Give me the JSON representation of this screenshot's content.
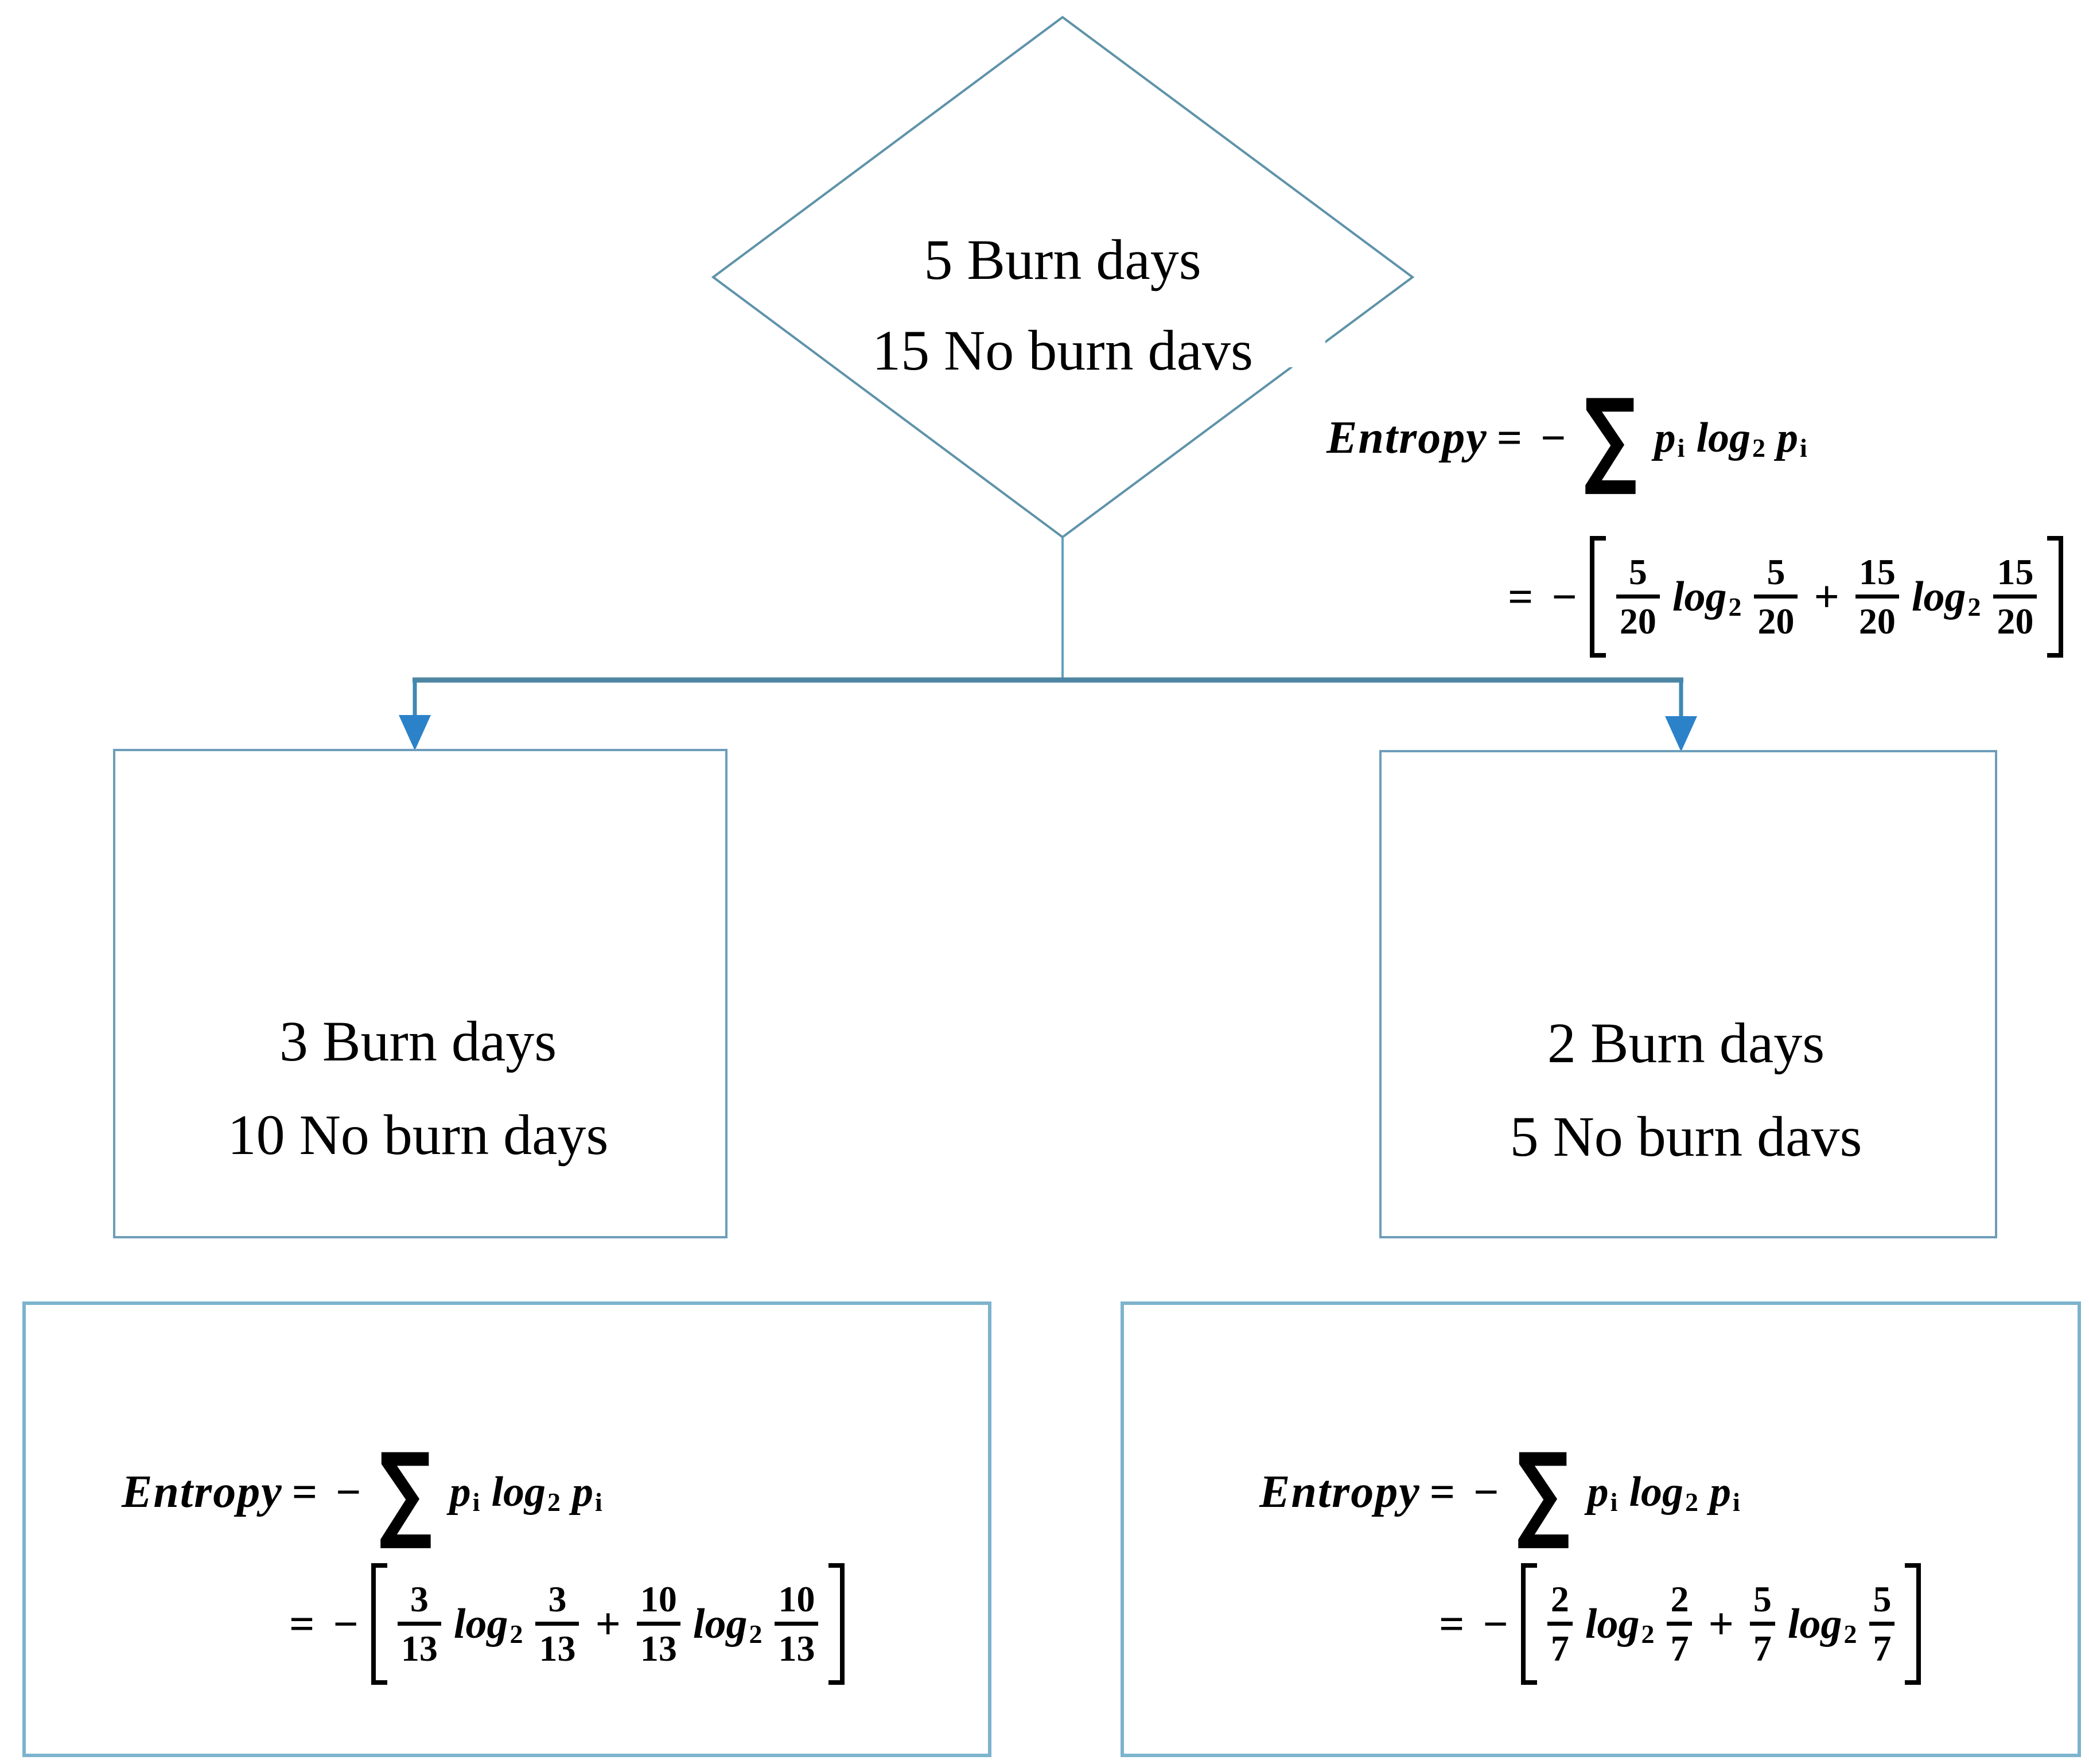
{
  "colors": {
    "background": "#ffffff",
    "diamond_border": "#5e93a9",
    "mid_box_border": "#6d9dba",
    "calc_box_border": "#7cb3cd",
    "connector_vertical": "#62a0bc",
    "connector_horizontal": "#4d86a3",
    "connector_stub": "#3e89b4",
    "arrowhead": "#2c82c9",
    "text": "#000000"
  },
  "nodes": {
    "root": {
      "line1": "5 Burn days",
      "line2": "15 No burn davs"
    },
    "left": {
      "line1": "3 Burn days",
      "line2": "10 No burn days"
    },
    "right": {
      "line1": "2 Burn days",
      "line2": "5 No burn davs"
    }
  },
  "formula": {
    "lhs": "Entropy",
    "equals": "=",
    "minus": "−",
    "sum": "∑",
    "p": "p",
    "sub_i": "i",
    "log": "log",
    "log_base": "2",
    "plus": "+"
  },
  "calcs": {
    "root": {
      "f1n": "5",
      "f1d": "20",
      "f2n": "5",
      "f2d": "20",
      "f3n": "15",
      "f3d": "20",
      "f4n": "15",
      "f4d": "20"
    },
    "left": {
      "f1n": "3",
      "f1d": "13",
      "f2n": "3",
      "f2d": "13",
      "f3n": "10",
      "f3d": "13",
      "f4n": "10",
      "f4d": "13"
    },
    "right": {
      "f1n": "2",
      "f1d": "7",
      "f2n": "2",
      "f2d": "7",
      "f3n": "5",
      "f3d": "7",
      "f4n": "5",
      "f4d": "7"
    }
  }
}
